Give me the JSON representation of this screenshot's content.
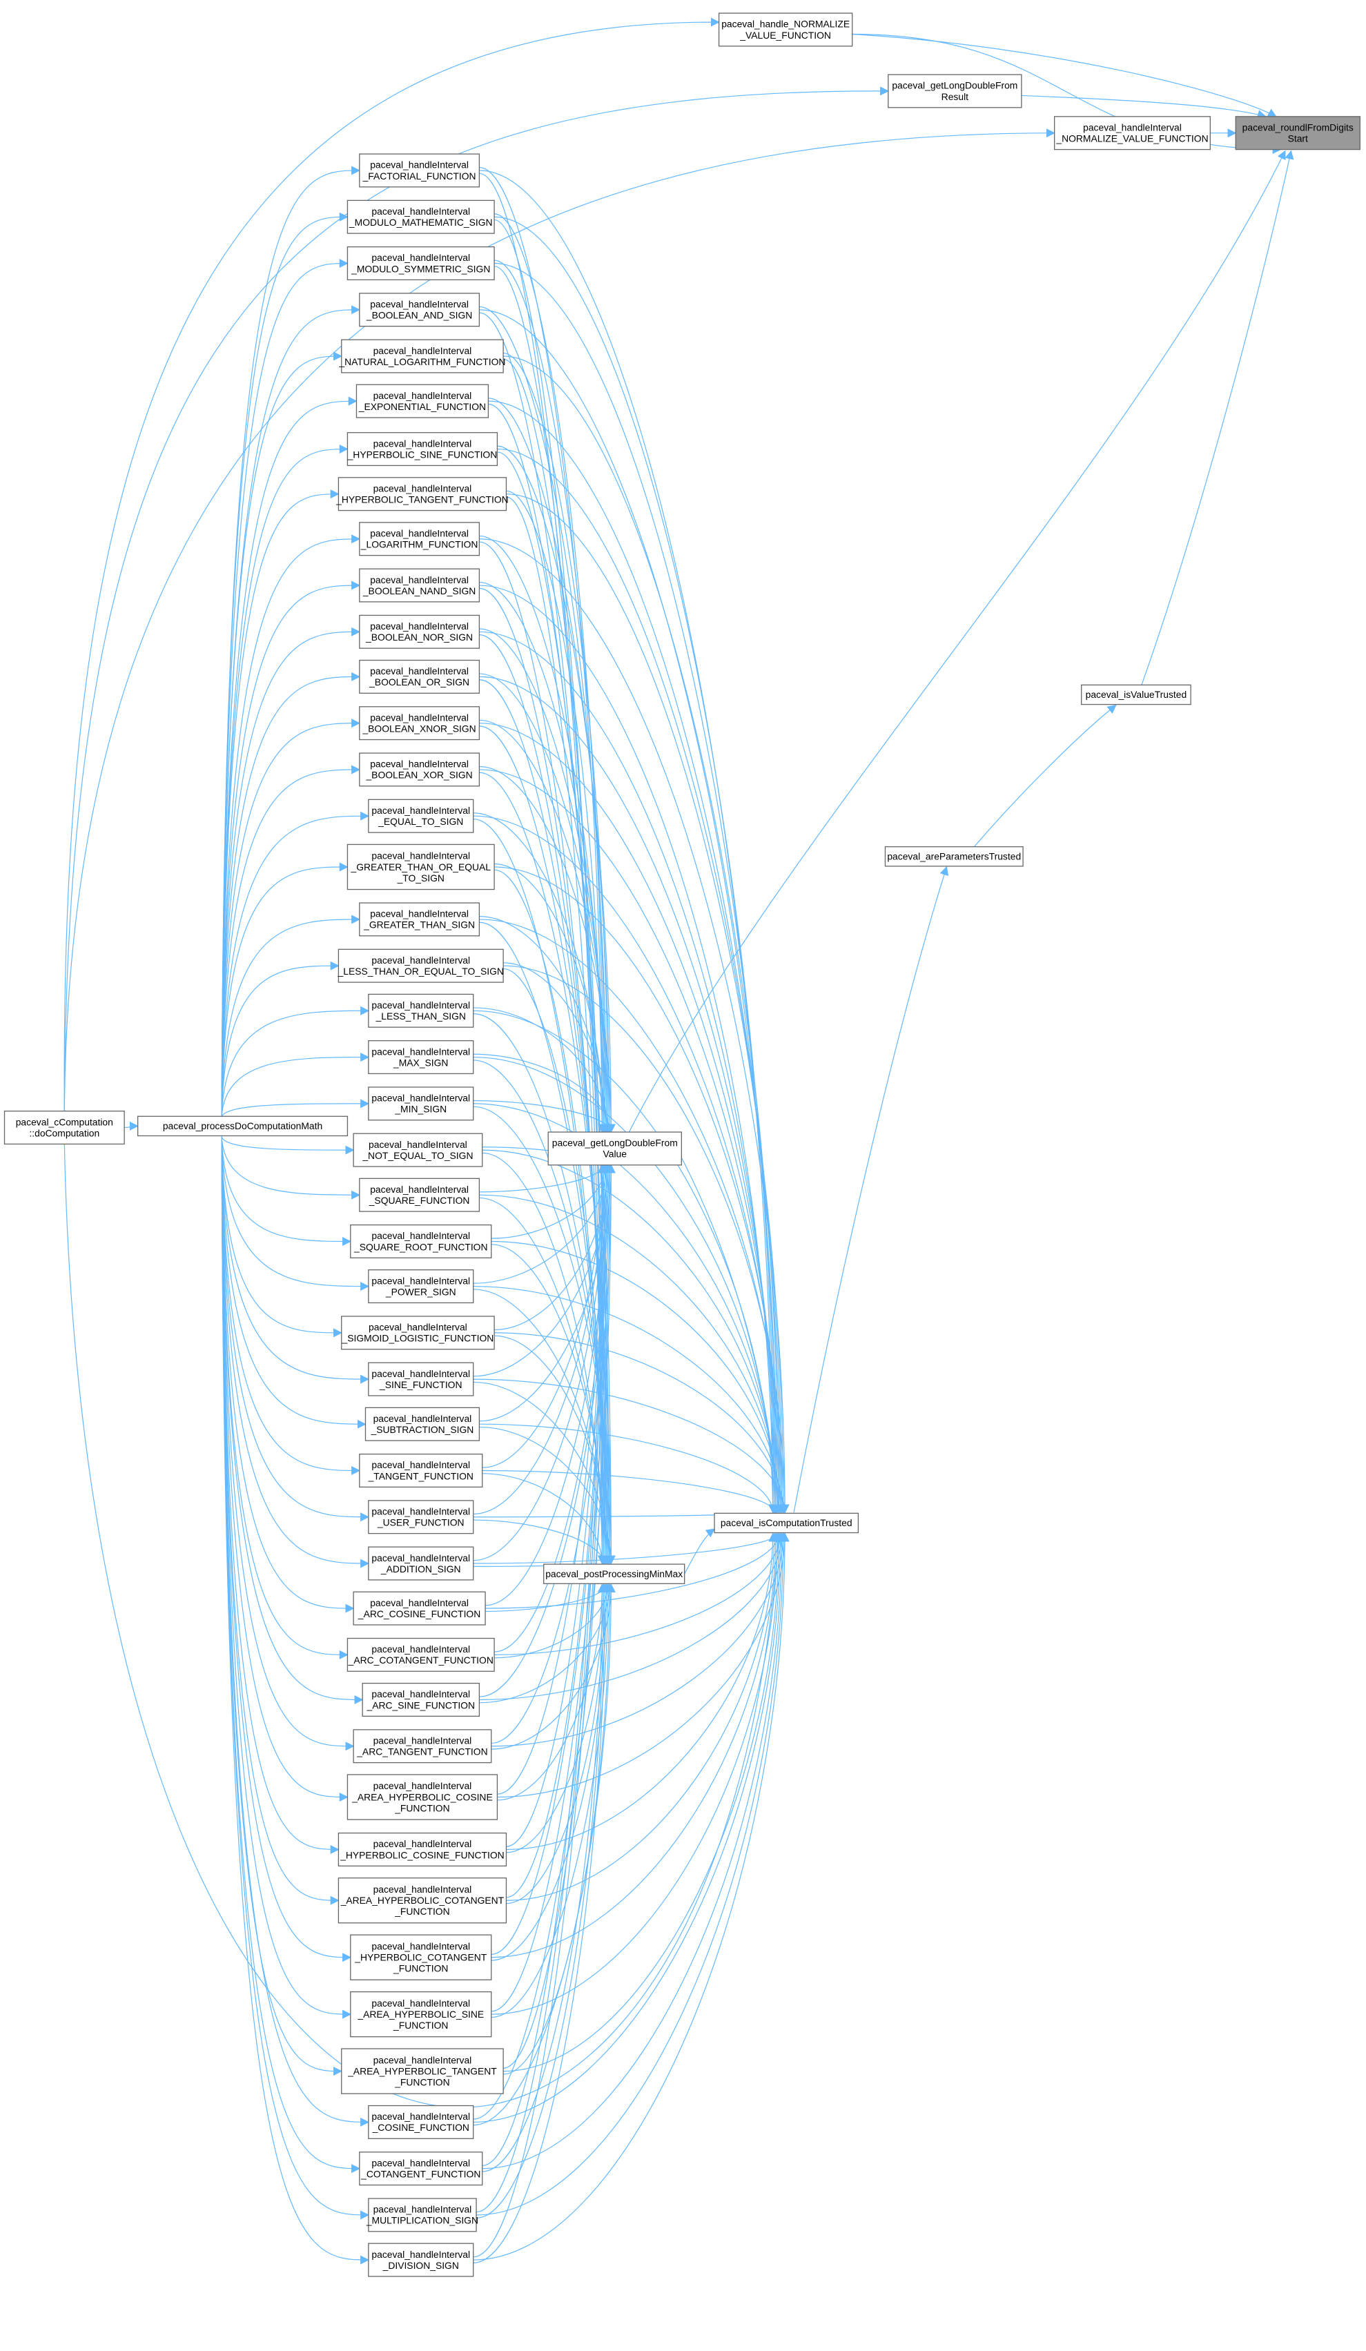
{
  "graph": {
    "type": "caller-graph",
    "edge_color": "#63b8ff",
    "root_fill": "#999999",
    "nodes": {
      "root": {
        "lines": [
          "paceval_roundlFromDigits",
          "Start"
        ]
      },
      "handle_normalize": {
        "lines": [
          "paceval_handle_NORMALIZE",
          "_VALUE_FUNCTION"
        ]
      },
      "getld_result": {
        "lines": [
          "paceval_getLongDoubleFrom",
          "Result"
        ]
      },
      "hi_normalize": {
        "lines": [
          "paceval_handleInterval",
          "_NORMALIZE_VALUE_FUNCTION"
        ]
      },
      "is_value_trusted": {
        "lines": [
          "paceval_isValueTrusted"
        ]
      },
      "are_params_trusted": {
        "lines": [
          "paceval_areParametersTrusted"
        ]
      },
      "is_comp_trusted": {
        "lines": [
          "paceval_isComputationTrusted"
        ]
      },
      "getld_value": {
        "lines": [
          "paceval_getLongDoubleFrom",
          "Value"
        ]
      },
      "postproc": {
        "lines": [
          "paceval_postProcessingMinMax"
        ]
      },
      "process": {
        "lines": [
          "paceval_processDoComputationMath"
        ]
      },
      "ccomp": {
        "lines": [
          "paceval_cComputation",
          "::doComputation"
        ]
      }
    },
    "interval_nodes": [
      {
        "lines": [
          "paceval_handleInterval",
          "_FACTORIAL_FUNCTION"
        ]
      },
      {
        "lines": [
          "paceval_handleInterval",
          "_MODULO_MATHEMATIC_SIGN"
        ]
      },
      {
        "lines": [
          "paceval_handleInterval",
          "_MODULO_SYMMETRIC_SIGN"
        ]
      },
      {
        "lines": [
          "paceval_handleInterval",
          "_BOOLEAN_AND_SIGN"
        ]
      },
      {
        "lines": [
          "paceval_handleInterval",
          "_NATURAL_LOGARITHM_FUNCTION"
        ]
      },
      {
        "lines": [
          "paceval_handleInterval",
          "_EXPONENTIAL_FUNCTION"
        ]
      },
      {
        "lines": [
          "paceval_handleInterval",
          "_HYPERBOLIC_SINE_FUNCTION"
        ]
      },
      {
        "lines": [
          "paceval_handleInterval",
          "_HYPERBOLIC_TANGENT_FUNCTION"
        ]
      },
      {
        "lines": [
          "paceval_handleInterval",
          "_LOGARITHM_FUNCTION"
        ]
      },
      {
        "lines": [
          "paceval_handleInterval",
          "_BOOLEAN_NAND_SIGN"
        ]
      },
      {
        "lines": [
          "paceval_handleInterval",
          "_BOOLEAN_NOR_SIGN"
        ]
      },
      {
        "lines": [
          "paceval_handleInterval",
          "_BOOLEAN_OR_SIGN"
        ]
      },
      {
        "lines": [
          "paceval_handleInterval",
          "_BOOLEAN_XNOR_SIGN"
        ]
      },
      {
        "lines": [
          "paceval_handleInterval",
          "_BOOLEAN_XOR_SIGN"
        ]
      },
      {
        "lines": [
          "paceval_handleInterval",
          "_EQUAL_TO_SIGN"
        ]
      },
      {
        "lines": [
          "paceval_handleInterval",
          "_GREATER_THAN_OR_EQUAL",
          "_TO_SIGN"
        ]
      },
      {
        "lines": [
          "paceval_handleInterval",
          "_GREATER_THAN_SIGN"
        ]
      },
      {
        "lines": [
          "paceval_handleInterval",
          "_LESS_THAN_OR_EQUAL_TO_SIGN"
        ]
      },
      {
        "lines": [
          "paceval_handleInterval",
          "_LESS_THAN_SIGN"
        ]
      },
      {
        "lines": [
          "paceval_handleInterval",
          "_MAX_SIGN"
        ]
      },
      {
        "lines": [
          "paceval_handleInterval",
          "_MIN_SIGN"
        ]
      },
      {
        "lines": [
          "paceval_handleInterval",
          "_NOT_EQUAL_TO_SIGN"
        ]
      },
      {
        "lines": [
          "paceval_handleInterval",
          "_SQUARE_FUNCTION"
        ]
      },
      {
        "lines": [
          "paceval_handleInterval",
          "_SQUARE_ROOT_FUNCTION"
        ]
      },
      {
        "lines": [
          "paceval_handleInterval",
          "_POWER_SIGN"
        ]
      },
      {
        "lines": [
          "paceval_handleInterval",
          "_SIGMOID_LOGISTIC_FUNCTION"
        ]
      },
      {
        "lines": [
          "paceval_handleInterval",
          "_SINE_FUNCTION"
        ]
      },
      {
        "lines": [
          "paceval_handleInterval",
          "_SUBTRACTION_SIGN"
        ]
      },
      {
        "lines": [
          "paceval_handleInterval",
          "_TANGENT_FUNCTION"
        ]
      },
      {
        "lines": [
          "paceval_handleInterval",
          "_USER_FUNCTION"
        ]
      },
      {
        "lines": [
          "paceval_handleInterval",
          "_ADDITION_SIGN"
        ]
      },
      {
        "lines": [
          "paceval_handleInterval",
          "_ARC_COSINE_FUNCTION"
        ]
      },
      {
        "lines": [
          "paceval_handleInterval",
          "_ARC_COTANGENT_FUNCTION"
        ]
      },
      {
        "lines": [
          "paceval_handleInterval",
          "_ARC_SINE_FUNCTION"
        ]
      },
      {
        "lines": [
          "paceval_handleInterval",
          "_ARC_TANGENT_FUNCTION"
        ]
      },
      {
        "lines": [
          "paceval_handleInterval",
          "_AREA_HYPERBOLIC_COSINE",
          "_FUNCTION"
        ]
      },
      {
        "lines": [
          "paceval_handleInterval",
          "_HYPERBOLIC_COSINE_FUNCTION"
        ]
      },
      {
        "lines": [
          "paceval_handleInterval",
          "_AREA_HYPERBOLIC_COTANGENT",
          "_FUNCTION"
        ]
      },
      {
        "lines": [
          "paceval_handleInterval",
          "_HYPERBOLIC_COTANGENT",
          "_FUNCTION"
        ]
      },
      {
        "lines": [
          "paceval_handleInterval",
          "_AREA_HYPERBOLIC_SINE",
          "_FUNCTION"
        ]
      },
      {
        "lines": [
          "paceval_handleInterval",
          "_AREA_HYPERBOLIC_TANGENT",
          "_FUNCTION"
        ]
      },
      {
        "lines": [
          "paceval_handleInterval",
          "_COSINE_FUNCTION"
        ]
      },
      {
        "lines": [
          "paceval_handleInterval",
          "_COTANGENT_FUNCTION"
        ]
      },
      {
        "lines": [
          "paceval_handleInterval",
          "_MULTIPLICATION_SIGN"
        ]
      },
      {
        "lines": [
          "paceval_handleInterval",
          "_DIVISION_SIGN"
        ]
      }
    ]
  }
}
